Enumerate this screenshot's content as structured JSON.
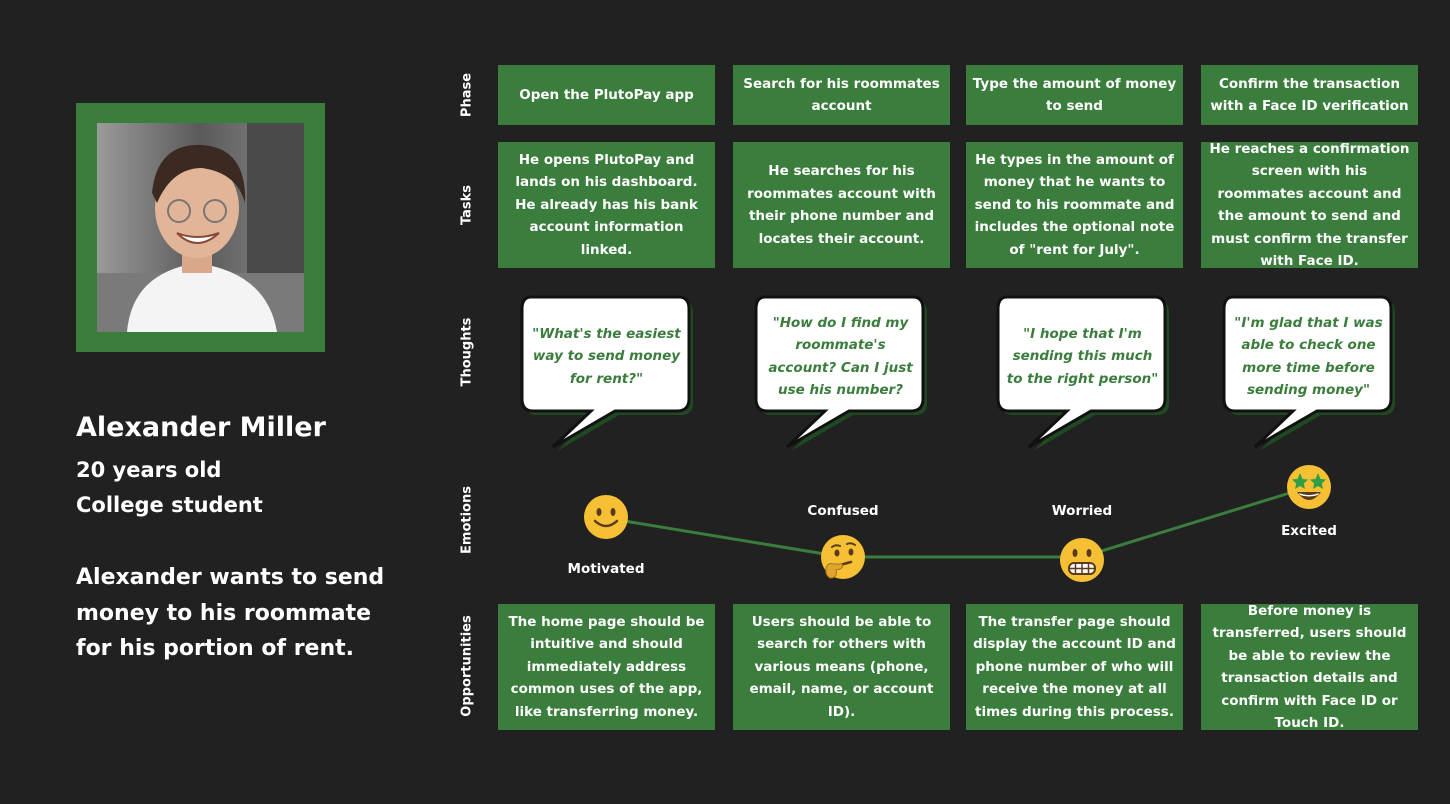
{
  "persona": {
    "name": "Alexander Miller",
    "age": "20 years old",
    "occupation": "College student",
    "goal": "Alexander wants to send money to his roommate for his portion of rent."
  },
  "row_labels": {
    "phase": "Phase",
    "tasks": "Tasks",
    "thoughts": "Thoughts",
    "emotions": "Emotions",
    "opportunities": "Opportunities"
  },
  "stages": [
    {
      "phase": "Open the PlutoPay app",
      "task": "He opens PlutoPay and lands on his dashboard. He already has his bank account information linked.",
      "thought": "\"What's the easiest way to send money for rent?\"",
      "emotion": "Motivated",
      "emotion_icon": "smiling-face-icon",
      "opportunity": "The home page should be intuitive and should immediately address common uses of the app, like transferring money."
    },
    {
      "phase": "Search for his roommates account",
      "task": "He searches for his roommates account with their phone number and locates their account.",
      "thought": "\"How do I find my roommate's account? Can I just use his number?",
      "emotion": "Confused",
      "emotion_icon": "thinking-face-icon",
      "opportunity": "Users should be able to search for others with various means (phone, email, name, or account ID)."
    },
    {
      "phase": "Type the amount of money to send",
      "task": "He types in the amount of money that he wants to send to his roommate and includes the optional note of \"rent for July\".",
      "thought": "\"I hope that I'm sending this much to the right person\"",
      "emotion": "Worried",
      "emotion_icon": "grimacing-face-icon",
      "opportunity": "The transfer page should display the account ID and phone number of who will receive the money at all times during this process."
    },
    {
      "phase": "Confirm the transaction with a Face ID verification",
      "task": "He reaches a confirmation screen with his roommates account and the amount to send and must confirm the transfer with Face ID.",
      "thought": "\"I'm glad that I was able to check one more time before sending money\"",
      "emotion": "Excited",
      "emotion_icon": "star-struck-face-icon",
      "opportunity": "Before money is transferred, users should be able to review the transaction details and confirm with Face ID or Touch ID."
    }
  ],
  "colors": {
    "background": "#212121",
    "accent_green": "#3a7d3c",
    "text": "#ffffff",
    "emoji_yellow": "#f5c033"
  }
}
